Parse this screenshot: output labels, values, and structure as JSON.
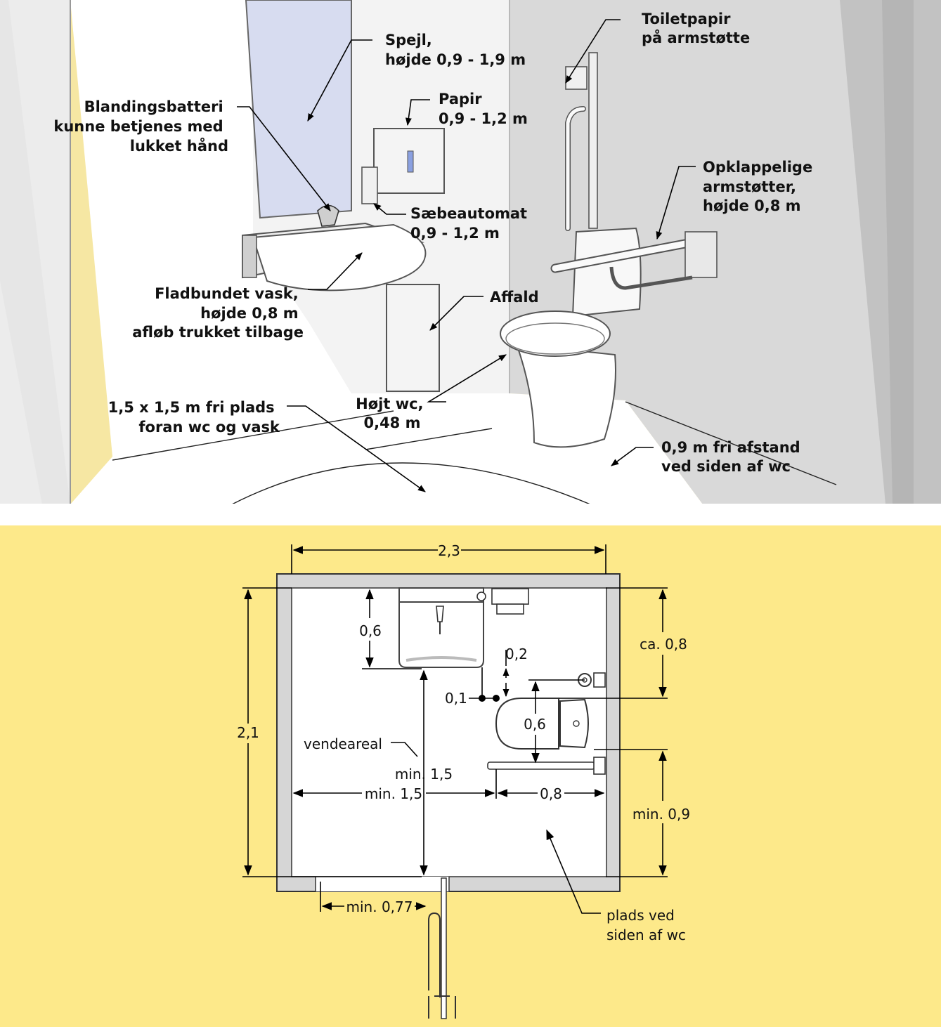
{
  "perspective": {
    "labels": {
      "spejl": [
        "Spejl,",
        "højde 0,9 - 1,9 m"
      ],
      "toiletpapir": [
        "Toiletpapir",
        "på armstøtte"
      ],
      "blandingsbatteri": [
        "Blandingsbatteri",
        "kunne betjenes med",
        "lukket hånd"
      ],
      "papir": [
        "Papir",
        "0,9 - 1,2 m"
      ],
      "opklappelige": [
        "Opklappelige",
        "armstøtter,",
        "højde 0,8 m"
      ],
      "saebeautomat": [
        "Sæbeautomat",
        "0,9 - 1,2 m"
      ],
      "fladbundet": [
        "Fladbundet vask,",
        "højde 0,8 m",
        "afløb trukket tilbage"
      ],
      "affald": [
        "Affald"
      ],
      "frit_areal": [
        "1,5 x 1,5 m fri plads",
        "foran wc og vask"
      ],
      "hojt_wc": [
        "Højt wc,",
        "0,48 m"
      ],
      "fri_afstand": [
        "0,9 m fri afstand",
        "ved siden af wc"
      ]
    }
  },
  "plan": {
    "dims": {
      "width_total": "2,3",
      "height_total": "2,1",
      "sink_depth": "0,6",
      "ca_08": "ca. 0,8",
      "gap_02": "0,2",
      "gap_01": "0,1",
      "wc_06": "0,6",
      "min_15_vertical": "min. 1,5",
      "min_15_horizontal": "min. 1,5",
      "side_08": "0,8",
      "min_09": "min. 0,9",
      "door": "min. 0,77"
    },
    "labels": {
      "vendeareal": "vendeareal",
      "plads": [
        "plads ved",
        "siden af wc"
      ]
    }
  },
  "colors": {
    "yellow": "#fde98a",
    "wall_grey": "#d6d6d6",
    "dark_grey": "#b9b9b9",
    "floor": "#ffffff",
    "mirror": "#d7dcf0"
  }
}
